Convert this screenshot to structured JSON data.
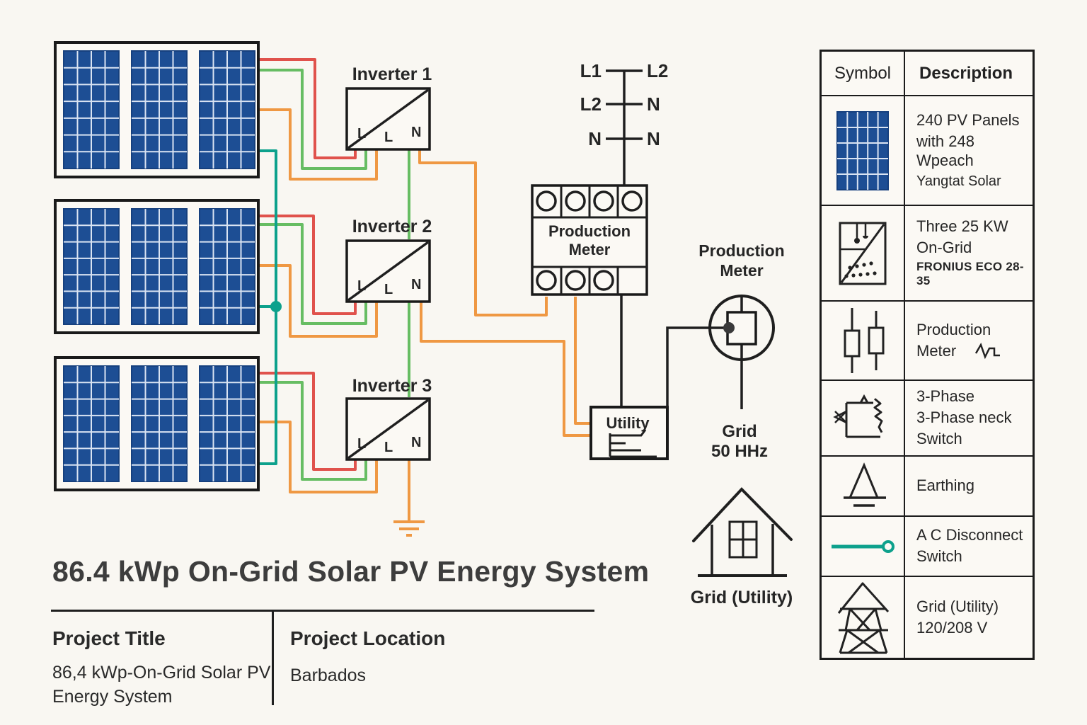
{
  "colors": {
    "wire_red": "#e0524c",
    "wire_green": "#67bd63",
    "wire_orange": "#ef9843",
    "wire_teal": "#0da18c",
    "panel_blue": "#1d4e94",
    "line_black": "#1f1f1f",
    "background": "#f9f7f2"
  },
  "title": "86.4 kWp On-Grid Solar PV Energy System",
  "project": {
    "title_label": "Project Title",
    "title_value_line1": "86,4 kWp-On-Grid Solar PV",
    "title_value_line2": "Energy System",
    "location_label": "Project Location",
    "location_value": "Barbados"
  },
  "diagram": {
    "inverters": [
      {
        "label": "Inverter 1",
        "terminals": [
          "L",
          "L",
          "N"
        ]
      },
      {
        "label": "Inverter 2",
        "terminals": [
          "L",
          "L",
          "N"
        ]
      },
      {
        "label": "Inverter 3",
        "terminals": [
          "L",
          "L",
          "N"
        ]
      }
    ],
    "phase_ladder": {
      "rows": [
        {
          "left": "L1",
          "right": "L2"
        },
        {
          "left": "L2",
          "right": "N"
        },
        {
          "left": "N",
          "right": "N"
        }
      ]
    },
    "production_meter_box": {
      "label_line1": "Production",
      "label_line2": "Meter"
    },
    "meter_circle": {
      "label_line1": "Production",
      "label_line2": "Meter"
    },
    "grid_node": {
      "label": "Grid",
      "freq": "50 HHz"
    },
    "utility": {
      "label": "Utility"
    },
    "house": {
      "label": "Grid (Utility)"
    }
  },
  "legend": {
    "header_symbol": "Symbol",
    "header_description": "Description",
    "rows": [
      {
        "symbol": "pv-panel-icon",
        "lines": [
          "240 PV Panels",
          "with 248 Wpeach",
          "Yangtat Solar"
        ]
      },
      {
        "symbol": "inverter-icon",
        "lines": [
          "Three 25 KW",
          "On-Grid",
          "FRONIUS ECO 28-35"
        ]
      },
      {
        "symbol": "production-meter-icon",
        "lines": [
          "Production",
          "Meter"
        ]
      },
      {
        "symbol": "three-phase-switch-icon",
        "lines": [
          "3-Phase",
          "3-Phase neck",
          "Switch"
        ]
      },
      {
        "symbol": "earthing-icon",
        "lines": [
          "Earthing"
        ]
      },
      {
        "symbol": "ac-disconnect-icon",
        "lines": [
          "A C Disconnect",
          "Switch"
        ]
      },
      {
        "symbol": "grid-tower-icon",
        "lines": [
          "Grid (Utility)",
          "120/208 V"
        ]
      }
    ]
  }
}
